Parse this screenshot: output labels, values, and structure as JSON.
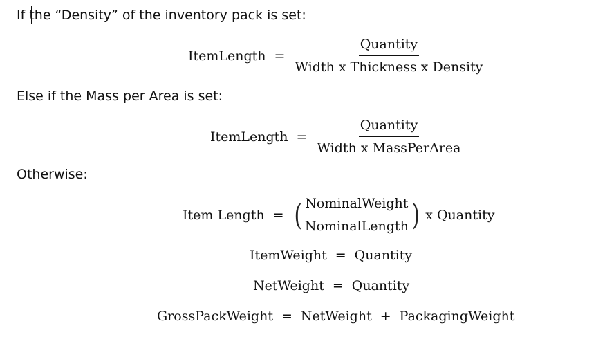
{
  "paragraphs": {
    "density_condition": "If the “Density” of the inventory pack is set:",
    "mass_condition": "Else if the Mass per Area is set:",
    "otherwise": "Otherwise:"
  },
  "eq_density": {
    "lhs": "ItemLength",
    "op": "=",
    "numerator": "Quantity",
    "denominator": "Width x Thickness x Density"
  },
  "eq_mass": {
    "lhs": "ItemLength",
    "op": "=",
    "numerator": "Quantity",
    "denominator": "Width x MassPerArea"
  },
  "eq_nominal": {
    "lhs": "Item Length",
    "op": "=",
    "left_paren": "(",
    "numerator": "NominalWeight",
    "denominator": "NominalLength",
    "right_paren": ")",
    "suffix": "x Quantity"
  },
  "eq_item_weight": {
    "lhs": "ItemWeight",
    "op": "=",
    "rhs": "Quantity"
  },
  "eq_net_weight": {
    "lhs": "NetWeight",
    "op": "=",
    "rhs": "Quantity"
  },
  "eq_gross_weight": {
    "lhs": "GrossPackWeight",
    "op": "=",
    "term1": "NetWeight",
    "plus": "+",
    "term2": "PackagingWeight"
  }
}
